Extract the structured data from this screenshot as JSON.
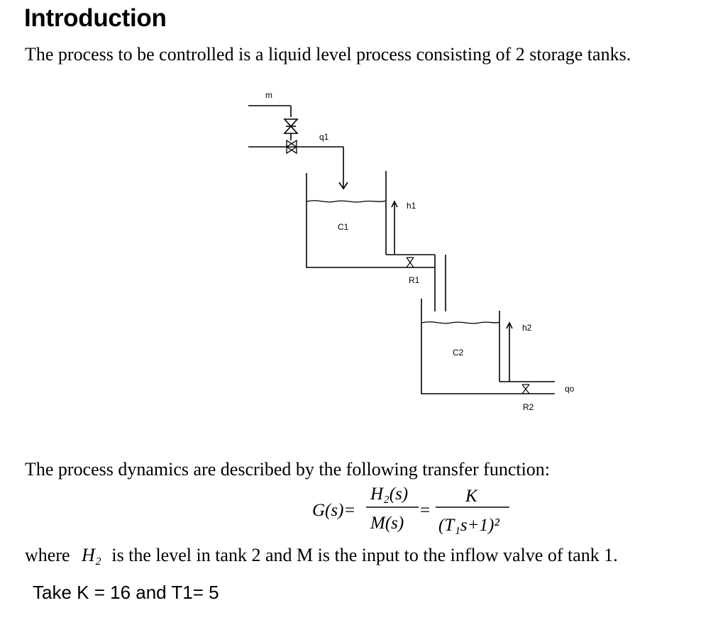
{
  "heading": "Introduction",
  "intro_text": "The process to be controlled is a liquid level process consisting of 2 storage tanks.",
  "diagram": {
    "labels": {
      "m": "m",
      "q1": "q1",
      "h1": "h1",
      "c1": "C1",
      "r1": "R1",
      "h2": "h2",
      "c2": "C2",
      "r2": "R2",
      "qo": "qo"
    }
  },
  "dynamics_text": "The process dynamics are described by the following transfer function:",
  "equation": {
    "lhs": "G(s)=",
    "num1": "H₂(s)",
    "den1": "M(s)",
    "eq2": "=",
    "num2": "K",
    "den2": "(T₁s+1)²"
  },
  "where_text": {
    "prefix": "where",
    "symbol": "H₂",
    "suffix": "is the level in tank 2 and M is the input to the inflow valve of tank 1."
  },
  "take_text": "Take K = 16 and T1= 5"
}
